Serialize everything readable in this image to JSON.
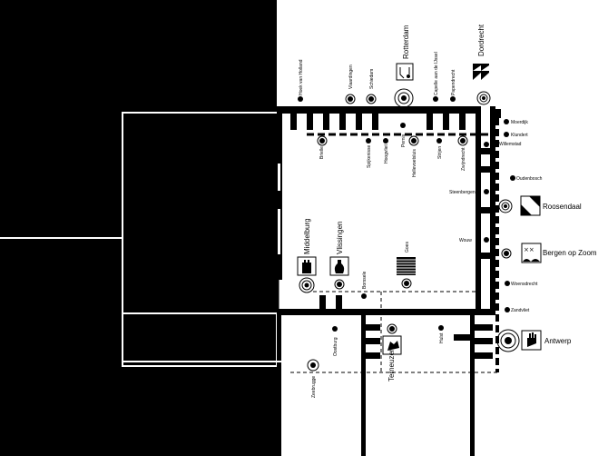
{
  "colors": {
    "land": "#000000",
    "water": "#ffffff"
  },
  "cities_top": [
    "Hoek van Holland",
    "Vlaardingen",
    "Schiedam",
    "Rotterdam",
    "Capelle aan de IJssel",
    "Papendrecht",
    "Dordrecht"
  ],
  "cities_inner": [
    "Brielle",
    "Spijkenisse",
    "Hoogvliet",
    "Pernis",
    "Hellevoetsluis",
    "Strijen",
    "Zwijndrecht",
    "Steenbergen",
    "Wouw"
  ],
  "cities_east": [
    "Moerdijk",
    "Klundert",
    "Willemstad",
    "Oudenbosch",
    "Roosendaal",
    "Bergen op Zoom",
    "Woensdrecht",
    "Zandvliet",
    "Antwerp"
  ],
  "cities_south": [
    "Middelburg",
    "Vlissingen",
    "Goes",
    "Borssele",
    "Oostburg",
    "Terneuzen",
    "Hulst",
    "Zeebrugge"
  ],
  "icons": [
    "rotterdam-coat-of-arms",
    "dordrecht-coat-of-arms",
    "roosendaal-coat-of-arms",
    "bergen-op-zoom-coat-of-arms",
    "antwerp-hand-coat-of-arms",
    "middelburg-castle-coat-of-arms",
    "vlissingen-flask-coat-of-arms",
    "goes-stripes-coat-of-arms",
    "terneuzen-coat-of-arms"
  ]
}
